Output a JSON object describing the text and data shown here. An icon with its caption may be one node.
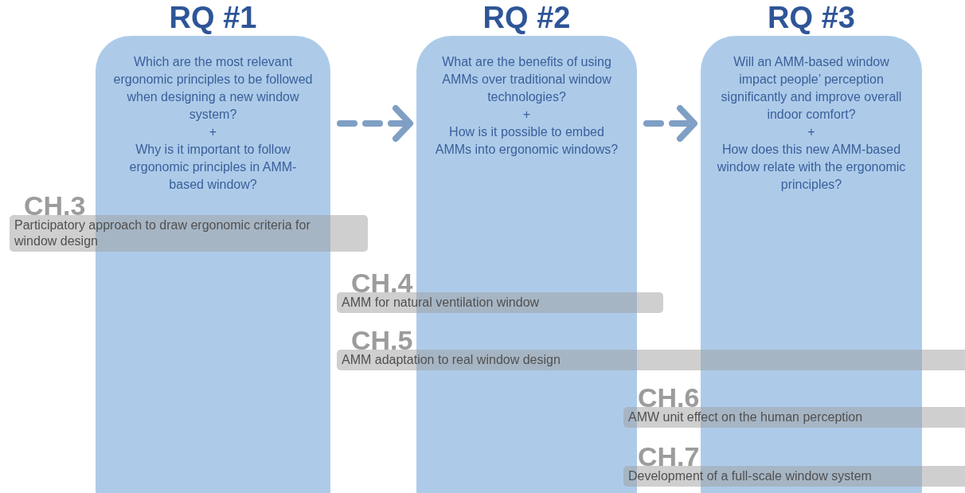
{
  "diagram": {
    "nodes": [
      {
        "text": [
          "RQ #1",
          "Which are the most relevant ergonomic principles to be followed when designing a new window system?",
          "+",
          "Why is it important to follow ergonomic principles in AMM-based window?"
        ]
      },
      {
        "text": [
          "RQ #2",
          "What are the benefits of using AMMs over traditional window technologies?",
          "+",
          "How is it possible to embed AMMs into ergonomic windows?"
        ]
      },
      {
        "text": [
          "RQ #3",
          "Will an AMM-based window impact people’ perception significantly and improve overall indoor comfort?",
          "+",
          "How does this new AMM-based window relate with the ergonomic principles?"
        ]
      },
      {
        "text": [
          "CH.3",
          "Participatory approach to draw ergonomic criteria for window design"
        ]
      },
      {
        "text": [
          "CH.4",
          "AMM  for natural ventilation window"
        ]
      },
      {
        "text": [
          "CH.5",
          "AMM adaptation to real window design"
        ]
      },
      {
        "text": [
          "CH.6",
          "AMW unit effect on the human perception"
        ]
      },
      {
        "text": [
          "CH.7",
          "Development of a full-scale window system"
        ]
      }
    ],
    "edges": [
      {
        "from": 0,
        "to": 1,
        "arrow": "to",
        "style": "dashed"
      },
      {
        "from": 1,
        "to": 2,
        "arrow": "to",
        "style": "dashed"
      }
    ]
  }
}
